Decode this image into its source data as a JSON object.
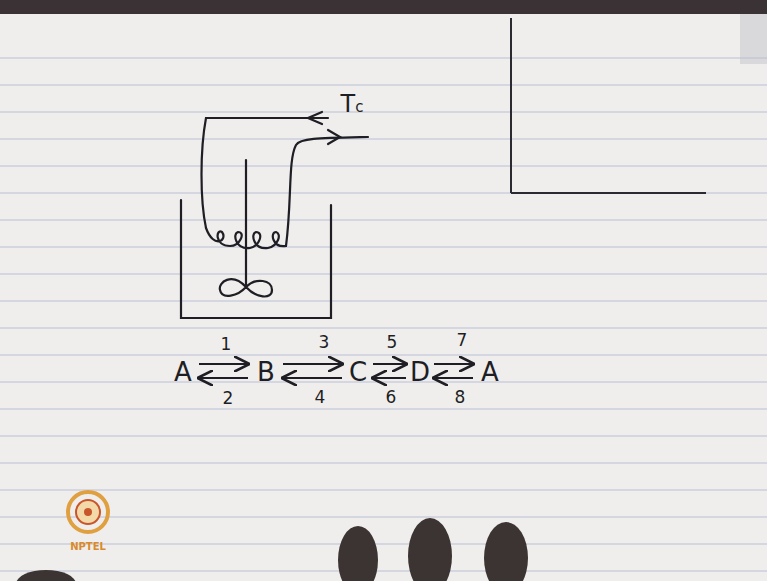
{
  "diagram": {
    "labels": [
      "Tc",
      "A",
      "1",
      "2",
      "B",
      "3",
      "4",
      "C",
      "5",
      "6",
      "D",
      "7",
      "8",
      "A",
      "NPTEL"
    ]
  }
}
